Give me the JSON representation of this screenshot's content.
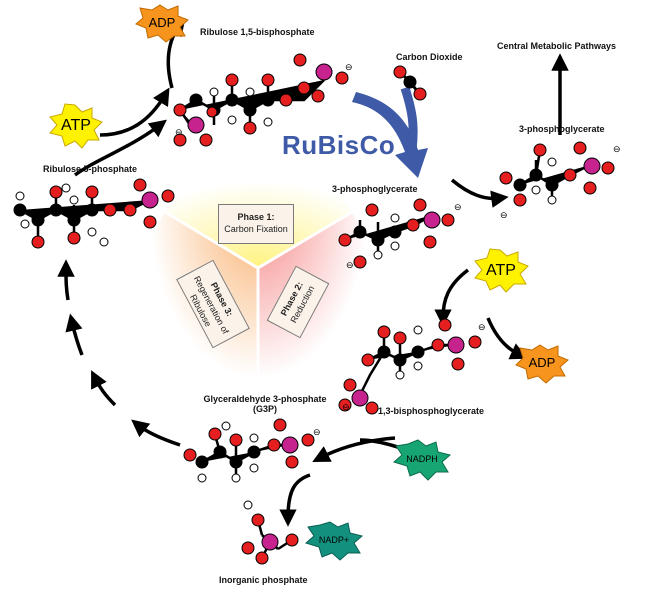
{
  "labels": {
    "rubp": "Ribulose 1,5-bisphosphate",
    "co2": "Carbon Dioxide",
    "central": "Central Metabolic Pathways",
    "pga_out": "3-phosphoglycerate",
    "pga": "3-phosphoglycerate",
    "r5p": "Ribulose 5-phosphate",
    "bpg": "1,3-bisphosphoglycerate",
    "g3p_line1": "Glyceraldehyde 3-phosphate",
    "g3p_line2": "(G3P)",
    "pi": "Inorganic phosphate"
  },
  "enzyme": "RuBisCo",
  "phases": {
    "p1_title": "Phase 1:",
    "p1_name": "Carbon Fixation",
    "p2_title": "Phase 2:",
    "p2_name": "Reduction",
    "p3_title": "Phase 3:",
    "p3_name": "Regeneration of Ribulose"
  },
  "badges": {
    "atp": "ATP",
    "adp": "ADP",
    "nadph": "NADPH",
    "nadp": "NADP+"
  },
  "colors": {
    "carbon": "#000000",
    "oxygen": "#e51f1f",
    "phosphorus": "#c7238f",
    "hydrogen": "#ffffff",
    "atp_fill": "#fff200",
    "adp_fill": "#f7941d",
    "nadph_fill": "#17a673",
    "nadp_fill": "#13917e",
    "rubisco_arrow": "#3f5aa7",
    "phase1_glow": "#fff27a",
    "phase2_glow": "#f57d7d",
    "phase3_glow": "#f8a860"
  }
}
